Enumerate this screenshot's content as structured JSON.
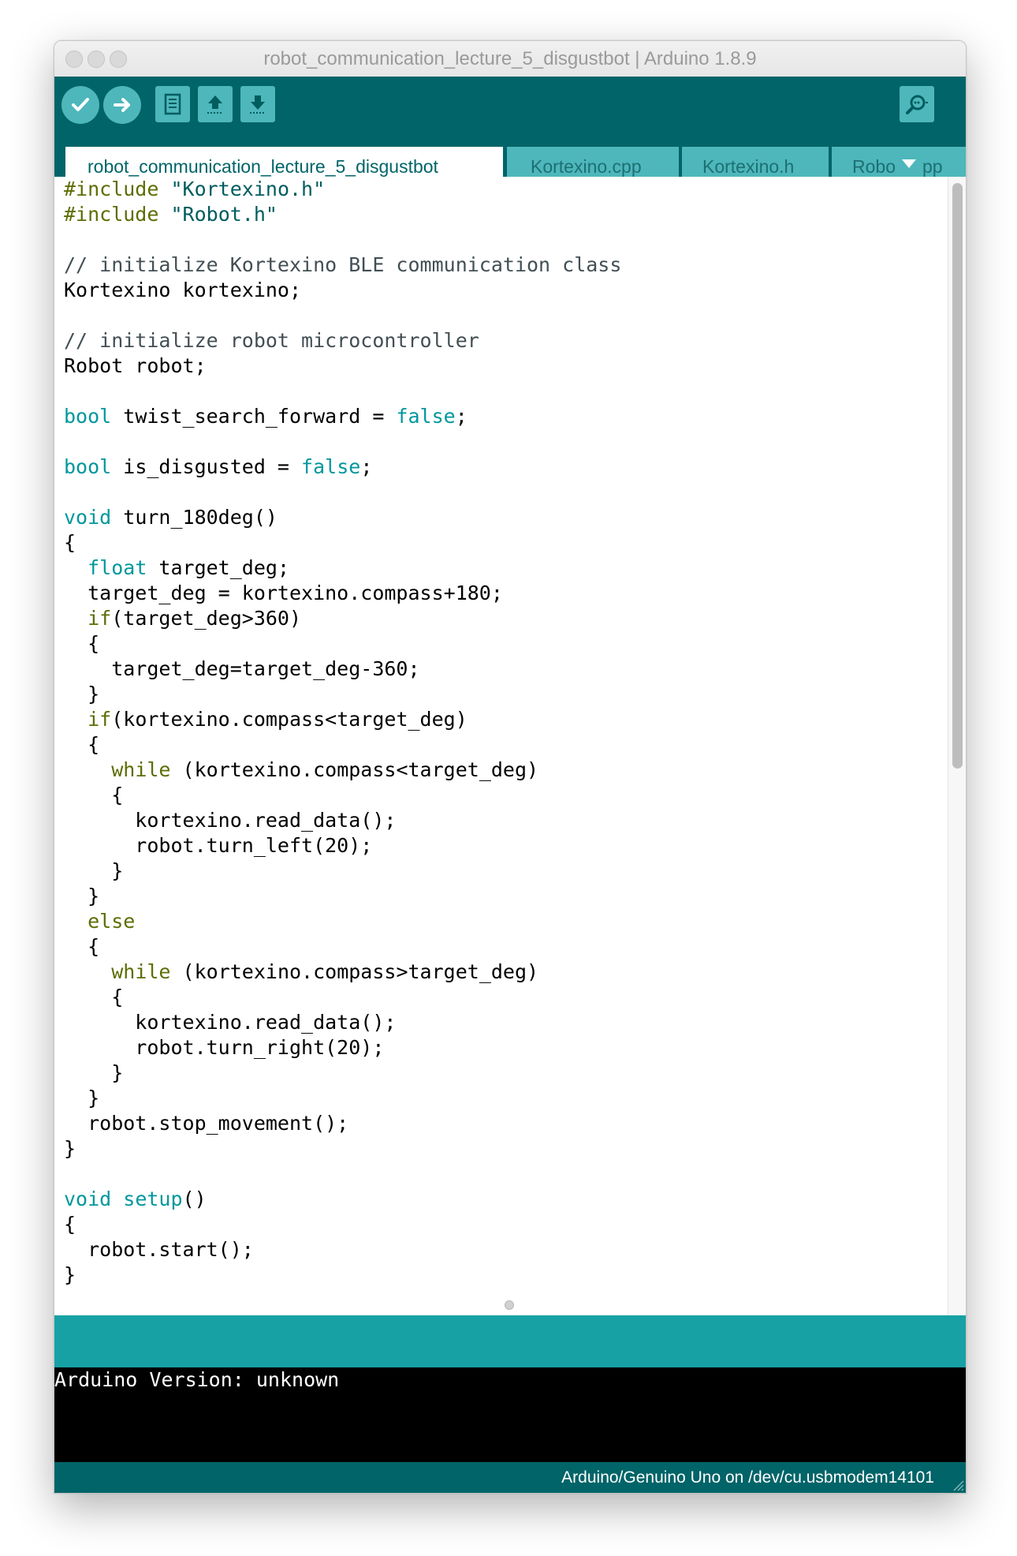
{
  "window": {
    "title": "robot_communication_lecture_5_disgustbot | Arduino 1.8.9"
  },
  "toolbar": {
    "buttons": [
      {
        "name": "verify",
        "icon": "checkmark-icon"
      },
      {
        "name": "upload",
        "icon": "arrow-right-icon"
      },
      {
        "name": "new",
        "icon": "new-file-icon"
      },
      {
        "name": "open",
        "icon": "upload-arrow-icon"
      },
      {
        "name": "save",
        "icon": "download-arrow-icon"
      },
      {
        "name": "serial-monitor",
        "icon": "magnifier-icon"
      }
    ]
  },
  "tabs": [
    {
      "label": "robot_communication_lecture_5_disgustbot",
      "active": true
    },
    {
      "label": "Kortexino.cpp",
      "active": false
    },
    {
      "label": "Kortexino.h",
      "active": false
    },
    {
      "label": "Robo",
      "suffix": "pp",
      "active": false
    }
  ],
  "editor": {
    "lines": [
      "#include \"Kortexino.h\"",
      "#include \"Robot.h\"",
      "",
      "// initialize Kortexino BLE communication class",
      "Kortexino kortexino;",
      "",
      "// initialize robot microcontroller",
      "Robot robot;",
      "",
      "bool twist_search_forward = false;",
      "",
      "bool is_disgusted = false;",
      "",
      "void turn_180deg()",
      "{",
      "  float target_deg;",
      "  target_deg = kortexino.compass+180;",
      "  if(target_deg>360)",
      "  {",
      "    target_deg=target_deg-360;",
      "  }",
      "  if(kortexino.compass<target_deg)",
      "  {",
      "    while (kortexino.compass<target_deg)",
      "    {",
      "      kortexino.read_data();",
      "      robot.turn_left(20);",
      "    }",
      "  }",
      "  else",
      "  {",
      "    while (kortexino.compass>target_deg)",
      "    {",
      "      kortexino.read_data();",
      "      robot.turn_right(20);",
      "    }",
      "  }",
      "  robot.stop_movement();",
      "}",
      "",
      "void setup()",
      "{",
      "  robot.start();",
      "}"
    ]
  },
  "console": {
    "text": "Arduino Version: unknown"
  },
  "status": {
    "board": "Arduino/Genuino Uno on /dev/cu.usbmodem14101"
  },
  "colors": {
    "toolbar": "#006468",
    "button": "#4db7bb",
    "message_bar": "#17a1a5",
    "keyword": "#00979c",
    "control": "#5e6d03",
    "comment": "#434f54",
    "string": "#005c5f"
  }
}
